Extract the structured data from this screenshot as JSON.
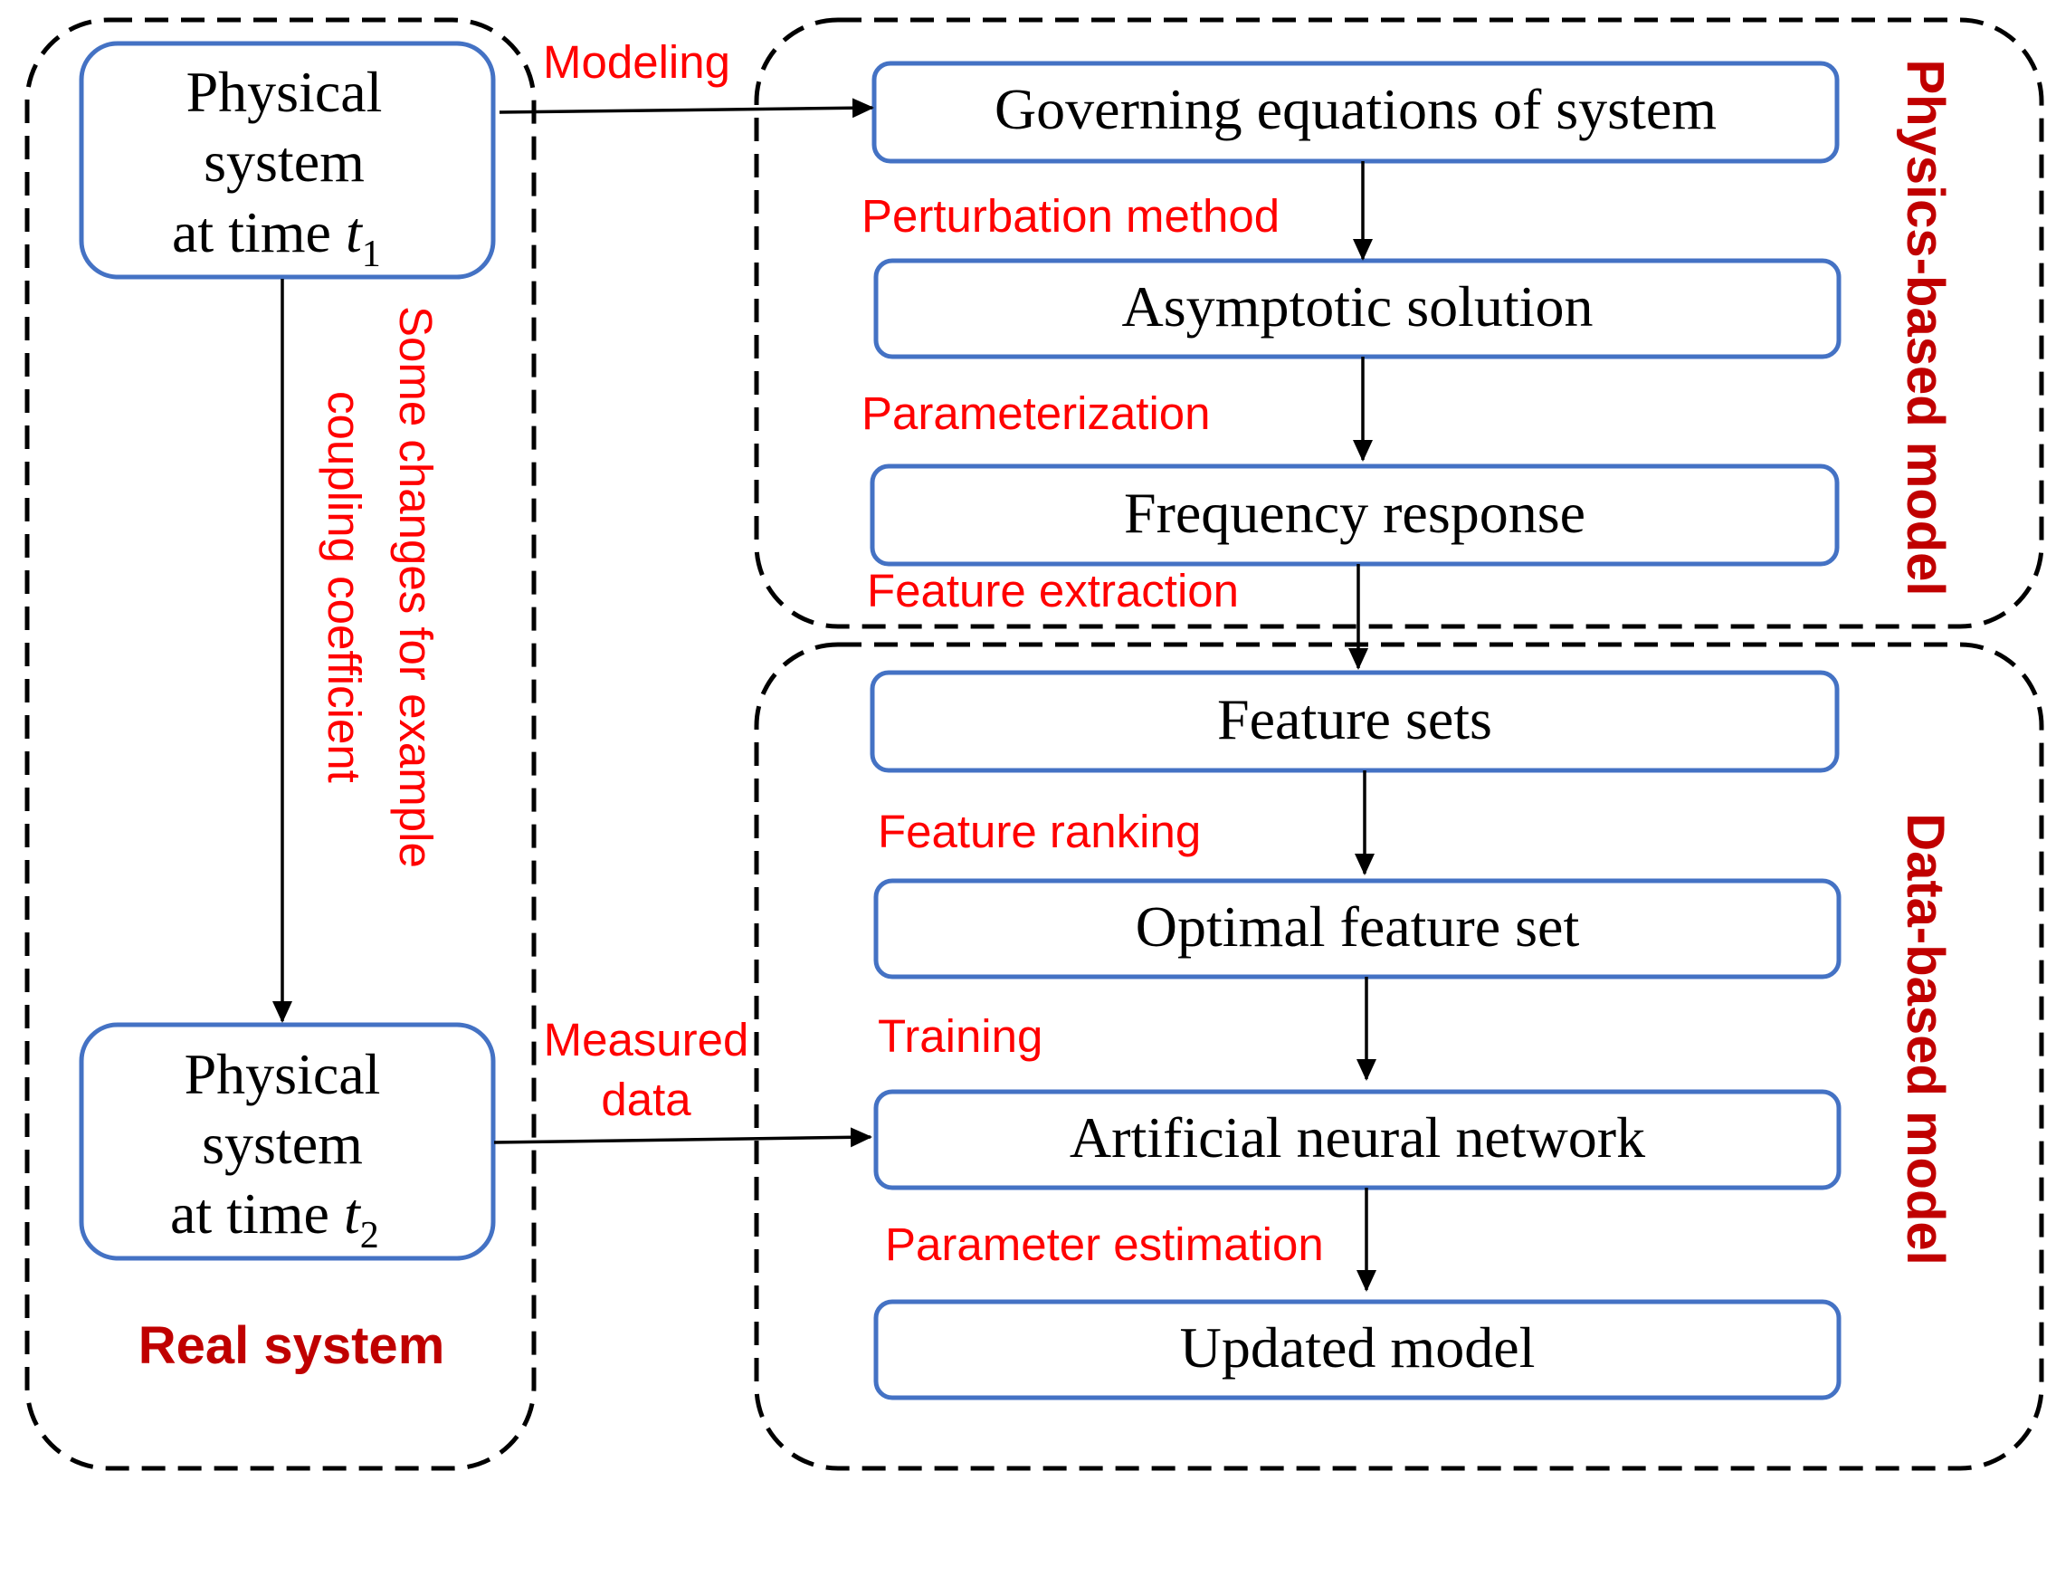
{
  "regions": {
    "real_system": {
      "label": "Real system"
    },
    "physics_based": {
      "label": "Physics-based model"
    },
    "data_based": {
      "label": "Data-based model"
    }
  },
  "real_system_boxes": {
    "t1": {
      "line1": "Physical",
      "line2": "system",
      "line3_prefix": "at time ",
      "var": "t",
      "subscript": "1"
    },
    "t2": {
      "line1": "Physical",
      "line2": "system",
      "line3_prefix": "at time ",
      "var": "t",
      "subscript": "2"
    }
  },
  "vertical_annotation": {
    "line1": "Some changes for example",
    "line2": "coupling coefficient"
  },
  "physics_boxes": {
    "governing": "Governing equations of system",
    "asymptotic": "Asymptotic solution",
    "frequency": "Frequency response"
  },
  "data_boxes": {
    "feature_sets": "Feature sets",
    "optimal": "Optimal feature set",
    "ann": "Artificial neural network",
    "updated": "Updated model"
  },
  "edge_labels": {
    "modeling": "Modeling",
    "perturbation": "Perturbation method",
    "parameterization": "Parameterization",
    "feature_extraction": "Feature extraction",
    "feature_ranking": "Feature ranking",
    "training": "Training",
    "parameter_estimation": "Parameter estimation",
    "measured_line1": "Measured",
    "measured_line2": "data"
  },
  "colors": {
    "box_border": "#4472c4",
    "edge_label": "#ff0000",
    "section_label": "#c00000"
  }
}
